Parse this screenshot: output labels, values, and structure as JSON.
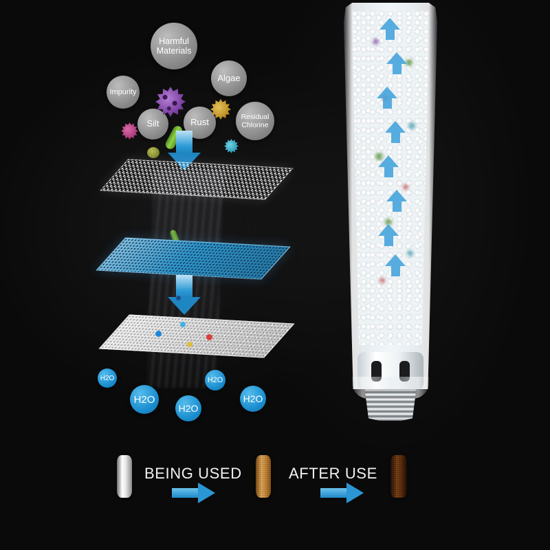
{
  "contaminants": [
    {
      "label": "Harmful Materials"
    },
    {
      "label": "Algae"
    },
    {
      "label": "Impurity"
    },
    {
      "label": "Silt"
    },
    {
      "label": "Rust"
    },
    {
      "label": "Residual Chlorine"
    }
  ],
  "water": {
    "labels": [
      "H2O",
      "H2O",
      "H2O",
      "H2O",
      "H2O"
    ]
  },
  "legend": {
    "being_used": "BEING USED",
    "after_use": "AFTER USE"
  },
  "colors": {
    "accent_blue": "#1f8fd0",
    "bubble_gray": "#8e8e8e",
    "mesh_blue": "#2f94c9",
    "used_orange": "#d99a44",
    "old_brown": "#5a3210",
    "background": "#0a0a0a"
  }
}
